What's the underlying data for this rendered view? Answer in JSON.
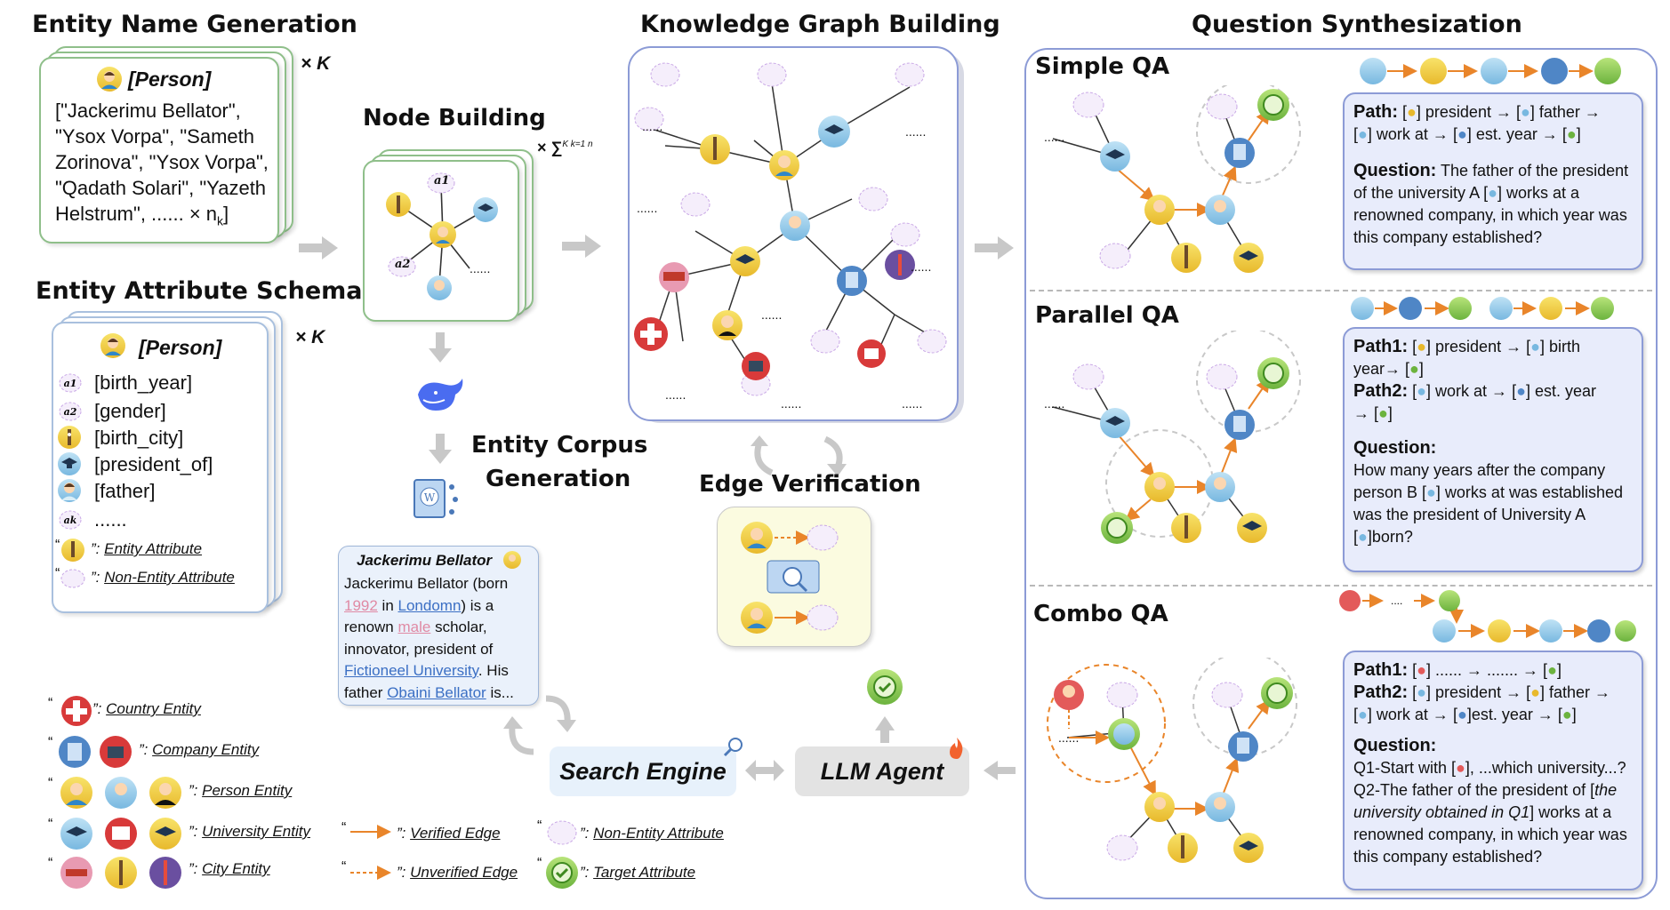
{
  "sections": {
    "entity_name_generation": "Entity Name Generation",
    "knowledge_graph_building": "Knowledge Graph Building",
    "question_synthesization": "Question Synthesization",
    "entity_attribute_schema": "Entity Attribute Schema",
    "node_building": "Node Building",
    "entity_corpus_generation_1": "Entity Corpus",
    "entity_corpus_generation_2": "Generation",
    "edge_verification": "Edge Verification"
  },
  "name_gen": {
    "multiplier": "× K",
    "person_label": "[Person]",
    "lines": [
      "[\"Jackerimu Bellator\",",
      "\"Ysox Vorpa\", \"Sameth",
      "Zorinova\", \"Ysox Vorpa\",",
      "\"Qadath Solari\", \"Yazeth",
      "Helstrum\", ...... × n"
    ],
    "subscript_k": "k",
    "close_bracket": "]"
  },
  "schema": {
    "multiplier": "× K",
    "person_label": "[Person]",
    "attributes": [
      {
        "tag": "a1",
        "label": "[birth_year]",
        "icon": "non-entity-attribute"
      },
      {
        "tag": "a2",
        "label": "[gender]",
        "icon": "non-entity-attribute"
      },
      {
        "tag": "",
        "label": "[birth_city]",
        "icon": "city-tower-icon"
      },
      {
        "tag": "",
        "label": "[president_of]",
        "icon": "university-icon"
      },
      {
        "tag": "",
        "label": "[father]",
        "icon": "person-icon"
      },
      {
        "tag": "ak",
        "label": "......",
        "icon": "non-entity-attribute"
      }
    ],
    "entity_attribute": "Entity Attribute",
    "non_entity_attribute": "Non-Entity Attribute"
  },
  "node_building": {
    "multiplier": "× ∑",
    "sum_text": "K k=1 n",
    "a1": "a1",
    "a2": "a2",
    "dots": "......"
  },
  "corpus": {
    "title": "Jackerimu Bellator",
    "text_parts": [
      "Jackerimu Bellator (born ",
      "1992",
      " in ",
      "Londomn",
      ") is a renown ",
      "male",
      " scholar, innovator, president of ",
      "Fictioneel University",
      ". His father ",
      "Obaini Bellator",
      " is..."
    ]
  },
  "kg": {
    "dots": "......"
  },
  "engines": {
    "search": "Search Engine",
    "agent": "LLM Agent"
  },
  "legend": {
    "country": "Country Entity",
    "company": "Company Entity",
    "person": "Person Entity",
    "university": "University Entity",
    "city": "City Entity",
    "verified": "Verified Edge",
    "unverified": "Unverified Edge",
    "non_entity": "Non-Entity Attribute",
    "target": "Target  Attribute"
  },
  "qa": {
    "simple": {
      "title": "Simple QA",
      "path_label": "Path:",
      "path_text": [
        "president →",
        "father →",
        "work at →",
        "est. year →"
      ],
      "question_label": "Question:",
      "question_text": [
        "The father of the president",
        "of the university A [",
        "] works at a",
        "renowned company, in which year was",
        "this company established?"
      ]
    },
    "parallel": {
      "title": "Parallel QA",
      "path1_label": "Path1:",
      "path1_text": [
        "president  →",
        "birth",
        "year→"
      ],
      "path2_label": "Path2:",
      "path2_text": [
        "work at →",
        "est. year",
        "→"
      ],
      "question_label": "Question:",
      "question_text": [
        "How many years after the company",
        "person B [",
        "] works at was established",
        "was the president of University A",
        "born?"
      ]
    },
    "combo": {
      "title": "Combo QA",
      "path1_label": "Path1:",
      "path1_text": [
        "...... → ....... →"
      ],
      "path2_label": "Path2:",
      "path2_text": [
        "president →",
        "father  →",
        "work at  →",
        "est. year →"
      ],
      "question_label": "Question:",
      "q1": [
        "Q1-Start with [",
        "], ...which university...?"
      ],
      "q2": [
        "Q2-The father of the president of [",
        "the university obtained in Q1",
        "] works at a",
        "renowned company, in which year was",
        "this company established?"
      ]
    }
  },
  "colors": {
    "verified_edge": "#e9852a",
    "panel_border": "#8c9bd6",
    "path_box_bg": "#e8ecfb",
    "card_green": "#8fbf8a",
    "kg_border": "#8c9bd6",
    "non_entity_dash": "#c9a8e6",
    "gray_arrow": "#c8c8c8"
  }
}
